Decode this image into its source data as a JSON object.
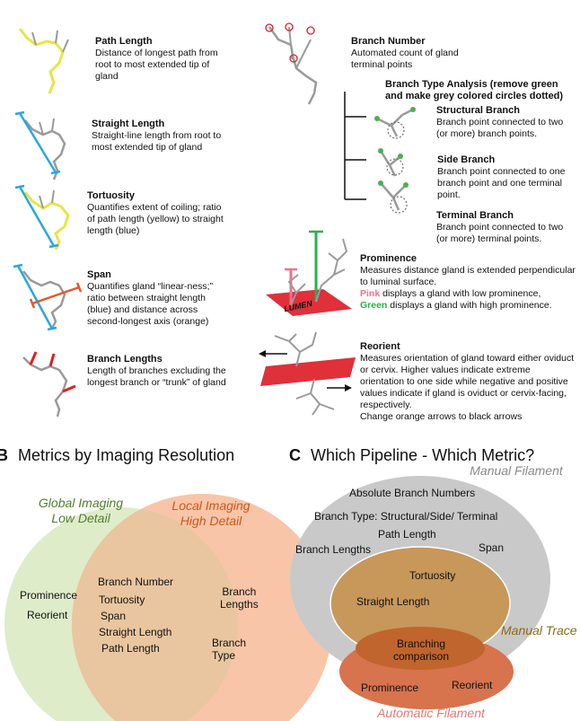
{
  "panel_a": {
    "metrics": [
      {
        "id": "path-length",
        "title": "Path Length",
        "desc": "Distance of longest path from root to most extended tip of gland"
      },
      {
        "id": "straight-length",
        "title": "Straight Length",
        "desc": "Straight-line length from root to most extended tip of gland"
      },
      {
        "id": "tortuosity",
        "title": "Tortuosity",
        "desc": "Quantifies extent of coiling; ratio of path length (yellow) to straight length (blue)"
      },
      {
        "id": "span",
        "title": "Span",
        "desc": "Quantifies gland “linear-ness;” ratio between straight length (blue) and distance across second-longest axis (orange)"
      },
      {
        "id": "branch-lengths",
        "title": "Branch Lengths",
        "desc": "Length of branches excluding the longest branch or “trunk” of gland"
      },
      {
        "id": "branch-number",
        "title": "Branch Number",
        "desc": "Automated count of gland terminal points"
      }
    ],
    "branch_type": {
      "title": "Branch Type Analysis (remove green and make grey colored circles dotted)",
      "items": [
        {
          "id": "structural",
          "title": "Structural Branch",
          "desc": "Branch point connected to two (or more) branch points."
        },
        {
          "id": "side",
          "title": "Side Branch",
          "desc": "Branch point connected to one branch point and one terminal point."
        },
        {
          "id": "terminal",
          "title": "Terminal Branch",
          "desc": "Branch point connected to two (or more) terminal points."
        }
      ]
    },
    "prominence": {
      "title": "Prominence",
      "desc": "Measures distance gland is extended perpendicular to luminal surface.",
      "pink_word": "Pink",
      "pink_rest": " displays a gland with low prominence,",
      "green_word": "Green",
      "green_rest": " displays a gland with high prominence.",
      "lumen_label": "LUMEN"
    },
    "reorient": {
      "title": "Reorient",
      "desc": "Measures orientation of gland toward either oviduct or cervix. Higher values indicate extreme orientation to one side while negative and positive values indicate if gland is oviduct or cervix-facing, respectively.",
      "note": "Change orange arrows to black arrows"
    }
  },
  "panel_b": {
    "letter": "B",
    "heading": "Metrics by Imaging Resolution",
    "left_title_1": "Global Imaging",
    "left_title_2": "Low Detail",
    "right_title_1": "Local Imaging",
    "right_title_2": "High Detail",
    "left_items": [
      "Prominence",
      "Reorient"
    ],
    "overlap_items": [
      "Branch Number",
      "Tortuosity",
      "Span",
      "Straight Length",
      "Path Length"
    ],
    "right_items": [
      [
        "Branch",
        "Lengths"
      ],
      [
        "Branch",
        "Type"
      ]
    ],
    "colors": {
      "left": "#dfecca",
      "right": "#f8c5a8",
      "overlap": "#e9c6a0",
      "left_title": "#4f7f2a",
      "right_title": "#c75a1c"
    }
  },
  "panel_c": {
    "letter": "C",
    "heading": "Which Pipeline - Which Metric?",
    "manual_filament": "Manual Filament",
    "manual_trace": "Manual Trace",
    "automatic_filament": "Automatic Filament",
    "outer_items": [
      "Absolute Branch Numbers",
      "Branch Type: Structural/Side/ Terminal",
      "Path Length",
      "Branch Lengths",
      "Span"
    ],
    "trace_items": [
      "Tortuosity",
      "Straight Length"
    ],
    "shared_items": [
      "Branching",
      "comparison"
    ],
    "auto_items": [
      "Prominence",
      "Reorient"
    ],
    "colors": {
      "outer": "#c9c9c9",
      "trace": "#c8975a",
      "auto": "#d7734d",
      "shared": "#c0652d",
      "manual_filament_text": "#8a8a8a",
      "manual_trace_text": "#8a6a1a",
      "auto_text": "#e07a7a"
    }
  }
}
